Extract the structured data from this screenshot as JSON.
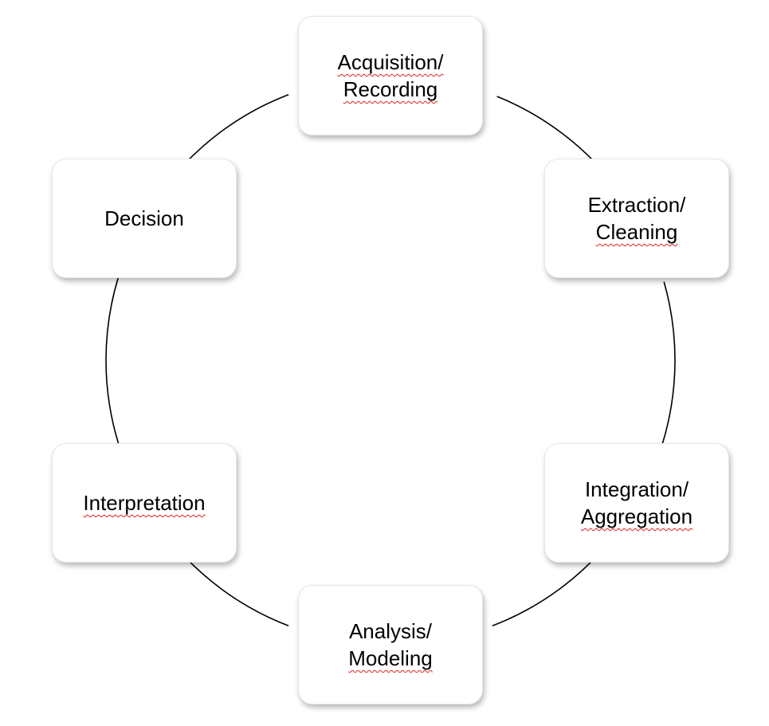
{
  "diagram": {
    "type": "cycle",
    "edge_color": "#000000",
    "spellcheck_color": "#e02020",
    "nodes": [
      {
        "id": "acquisition",
        "lines": [
          "Acquisition/",
          "Recording"
        ],
        "spellcheck": [
          true,
          true
        ]
      },
      {
        "id": "extraction",
        "lines": [
          "Extraction/",
          "Cleaning"
        ],
        "spellcheck": [
          false,
          true
        ]
      },
      {
        "id": "integration",
        "lines": [
          "Integration/",
          "Aggregation"
        ],
        "spellcheck": [
          false,
          true
        ]
      },
      {
        "id": "analysis",
        "lines": [
          "Analysis/",
          "Modeling"
        ],
        "spellcheck": [
          false,
          true
        ]
      },
      {
        "id": "interpretation",
        "lines": [
          "Interpretation"
        ],
        "spellcheck": [
          true
        ]
      },
      {
        "id": "decision",
        "lines": [
          "Decision"
        ],
        "spellcheck": [
          false
        ]
      }
    ]
  }
}
